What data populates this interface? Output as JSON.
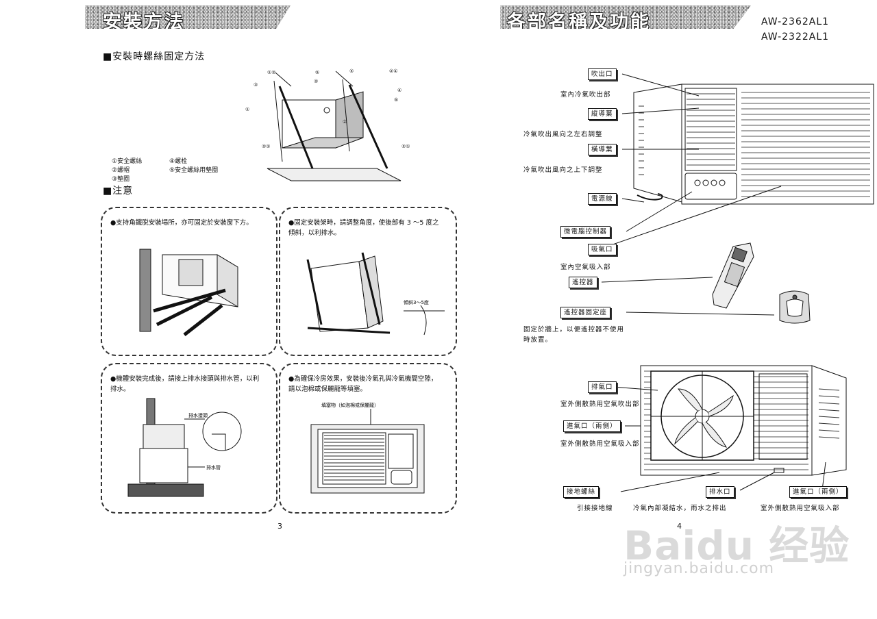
{
  "left_page": {
    "title": "安裝方法",
    "section1": "■安裝時螺絲固定方法",
    "legend": [
      "①安全螺絲",
      "②螺帽",
      "③墊圈",
      "④螺栓",
      "⑤安全螺絲用墊圈"
    ],
    "section2": "■注意",
    "notes": [
      {
        "text": "●支持角鐵脱安裝場所，亦可固定於安裝窗下方。"
      },
      {
        "text": "●固定安裝架時，請調整角度，使後部有 3 ～5 度之傾斜，以利排水。",
        "annotation": "傾斜3～5度"
      },
      {
        "text": "●機體安裝完成後，請接上排水接頭與排水管，以利排水。",
        "annotation_1": "排水接頭",
        "annotation_2": "排水管"
      },
      {
        "text": "●為確保冷房效果，安裝後冷氣孔與冷氣機間空隙，請以泡棉或保麗龍等填塞。",
        "annotation": "填塞物（如泡棉或保麗龍）"
      }
    ],
    "page_number": "3"
  },
  "right_page": {
    "title": "各部名稱及功能",
    "models": [
      "AW-2362AL1",
      "AW-2322AL1"
    ],
    "front_labels": [
      {
        "label": "吹出口",
        "desc": "室內冷氣吹出部"
      },
      {
        "label": "縱導葉",
        "desc": "冷氣吹出風向之左右調整"
      },
      {
        "label": "橫導葉",
        "desc": "冷氣吹出風向之上下調整"
      },
      {
        "label": "電源線",
        "desc": ""
      },
      {
        "label": "微電腦控制器",
        "desc": ""
      },
      {
        "label": "吸氣口",
        "desc": "室內空氣吸入部"
      },
      {
        "label": "遙控器",
        "desc": ""
      },
      {
        "label": "遙控器固定座",
        "desc": "固定於牆上，以便遙控器不使用時放置。"
      }
    ],
    "back_labels": [
      {
        "label": "排氣口",
        "desc": "室外側散熱用空氣吹出部"
      },
      {
        "label": "進氣口（兩側）",
        "desc": "室外側散熱用空氣吸入部"
      }
    ],
    "bottom_labels": [
      {
        "label": "接地螺絲",
        "desc": "引接接地線"
      },
      {
        "label": "排水口",
        "desc": "冷氣內部凝結水，雨水之排出"
      },
      {
        "label": "進氣口（兩側）",
        "desc": "室外側散熱用空氣吸入部"
      }
    ],
    "page_number": "4"
  },
  "watermark": {
    "brand": "Baidu 经验",
    "url": "jingyan.baidu.com"
  }
}
